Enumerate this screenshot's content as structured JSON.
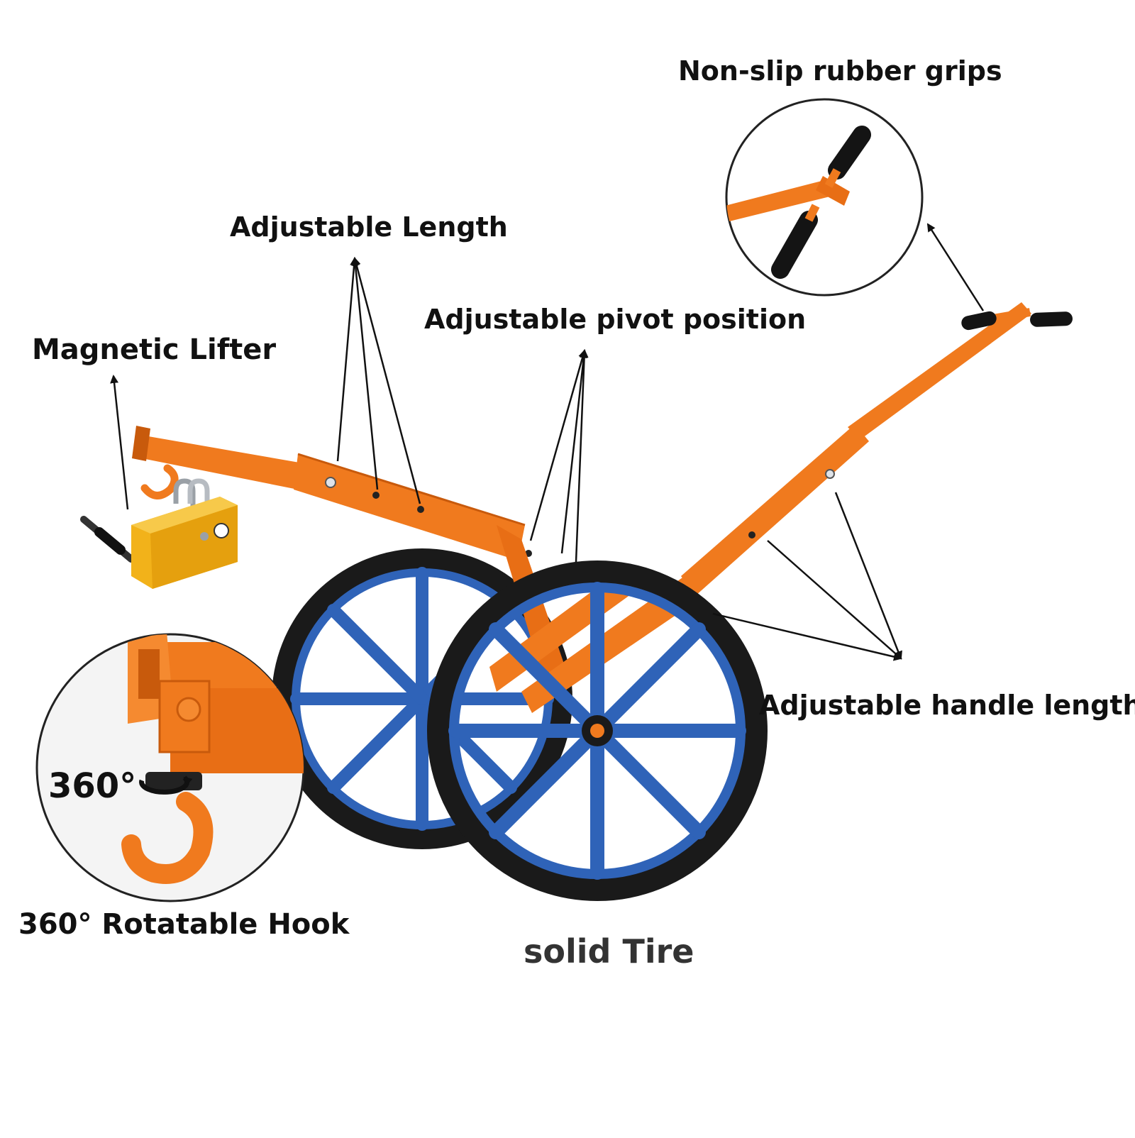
{
  "labels": {
    "grips": "Non-slip rubber grips",
    "length": "Adjustable Length",
    "pivot": "Adjustable pivot position",
    "magnet": "Magnetic Lifter",
    "handle": "Adjustable handle length",
    "hook": "360° Rotatable Hook",
    "tire": "solid Tire",
    "rotation": "360°"
  },
  "colors": {
    "frame": "#f07a1e",
    "frame_dark": "#c85a0c",
    "wheel_hub": "#2f63b8",
    "tire": "#1a1a1a",
    "magnet_body": "#f2b21a",
    "grip": "#141414",
    "arrow": "#111111"
  }
}
